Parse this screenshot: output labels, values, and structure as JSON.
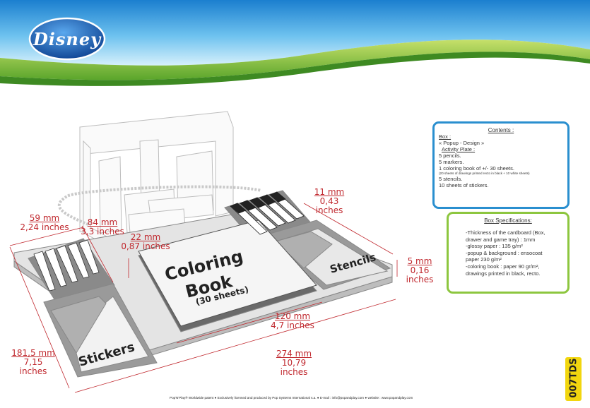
{
  "brand": {
    "logo_text": "Disney"
  },
  "dimensions": {
    "d1": {
      "value": "59 mm",
      "sub": "2,24 inches"
    },
    "d2": {
      "value": "84 mm",
      "sub": "3,3 inches"
    },
    "d3": {
      "value": "22 mm",
      "sub": "0,87 inches"
    },
    "d4": {
      "value": "11 mm",
      "sub": "0,43",
      "sub2": "inches"
    },
    "d5": {
      "value": "5 mm",
      "sub": "0,16",
      "sub2": "inches"
    },
    "d6": {
      "value": "120 mm",
      "sub": "4,7 inches"
    },
    "d7": {
      "value": "274 mm",
      "sub": "10,79",
      "sub2": "inches"
    },
    "d8": {
      "value": "181,5 mm",
      "sub": "7,15",
      "sub2": "inches"
    }
  },
  "product": {
    "coloring_title_1": "Coloring",
    "coloring_title_2": "Book",
    "coloring_subtitle": "(30 sheets)",
    "stickers_label": "Stickers",
    "stencils_label": "Stencils"
  },
  "contents": {
    "title": "Contents :",
    "box_label": "Box :",
    "popup": "« Popup - Design »",
    "activity_label": "Activity Plate :",
    "line1": "5 pencils.",
    "line2": "5 markers.",
    "line3": "1 coloring book of +/- 30 sheets.",
    "line3_note": "(20 sheets of drawings printed recto in black + 10 white sheets)",
    "line4": "5 stencils.",
    "line5": "10 sheets of stickers."
  },
  "specs": {
    "title": "Box Specifications:",
    "line1": "-Thickness of the cardboard (Box,",
    "line2": "drawer and game tray) : 1mm",
    "line3": "-glossy paper : 135 g/m²",
    "line4": "-popup & background : ensocoat",
    "line5": "paper 230 g/m²",
    "line6": "-coloring book : paper 90 gr/m²,",
    "line7": "drawings printed in black, recto."
  },
  "ref_code": "007TDS",
  "footer": "Pop'N'Play® Worldwide patent ● Exclusively licensed and produced by Pop Systems International s.a. ● E-mail : info@popandplay.com ● website : www.popandplay.com",
  "colors": {
    "sky_blue": "#1f8ed6",
    "grass_green": "#8cc63f",
    "dimension_red": "#c0282e",
    "contents_border": "#2a8fcf",
    "specs_border": "#8dc63f",
    "ref_yellow": "#f2d60f"
  }
}
